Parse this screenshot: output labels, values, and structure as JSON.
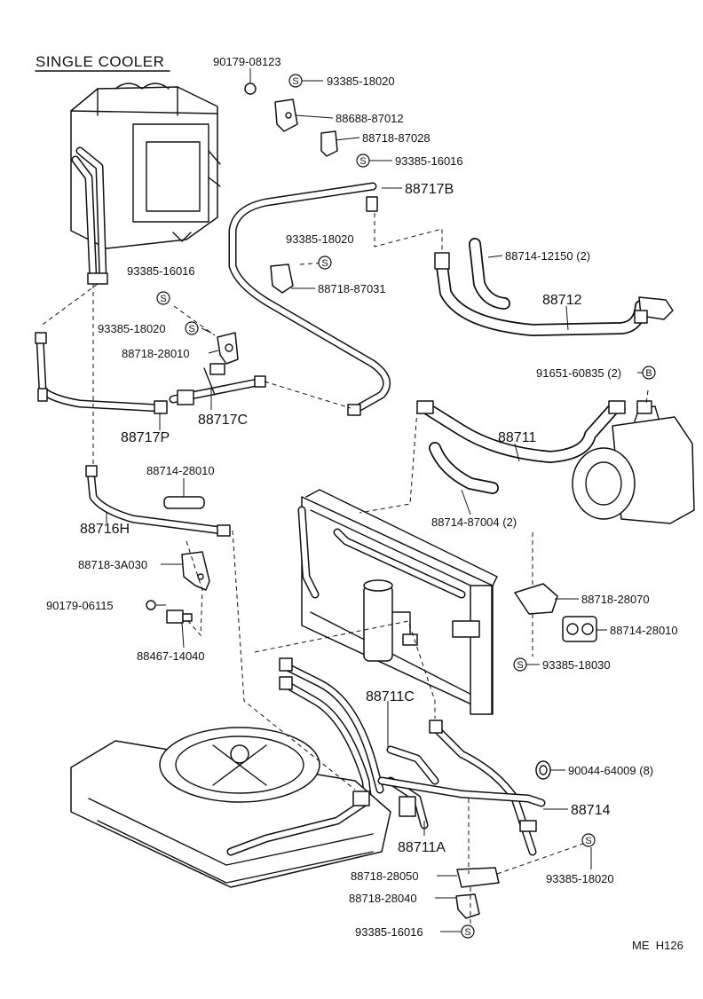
{
  "title": "SINGLE COOLER",
  "code": "ME  H126",
  "symbols": {
    "s": "S",
    "b": "B"
  },
  "labels": {
    "p90179_08123": "90179-08123",
    "p93385_18020_top": "93385-18020",
    "p88688_87012": "88688-87012",
    "p88718_87028": "88718-87028",
    "p93385_16016_top": "93385-16016",
    "p88717B": "88717B",
    "p93385_18020_mid": "93385-18020",
    "p88714_12150": "88714-12150 (2)",
    "p88718_87031": "88718-87031",
    "p93385_16016_left": "93385-16016",
    "p88712": "88712",
    "p93385_18020_left": "93385-18020",
    "p88718_28010_left": "88718-28010",
    "p91651_60835": "91651-60835 (2)",
    "p88717C": "88717C",
    "p88717P": "88717P",
    "p88711": "88711",
    "p88714_28010_left": "88714-28010",
    "p88716H": "88716H",
    "p88714_87004": "88714-87004 (2)",
    "p88718_3A030": "88718-3A030",
    "p88718_28070": "88718-28070",
    "p90179_06115": "90179-06115",
    "p88714_28010_right": "88714-28010",
    "p88467_14040": "88467-14040",
    "p93385_18030": "93385-18030",
    "p88711C": "88711C",
    "p90044_64009": "90044-64009 (8)",
    "p88714": "88714",
    "p88711A": "88711A",
    "p88718_28050": "88718-28050",
    "p93385_18020_bot": "93385-18020",
    "p88718_28040": "88718-28040",
    "p93385_16016_bot": "93385-16016"
  }
}
